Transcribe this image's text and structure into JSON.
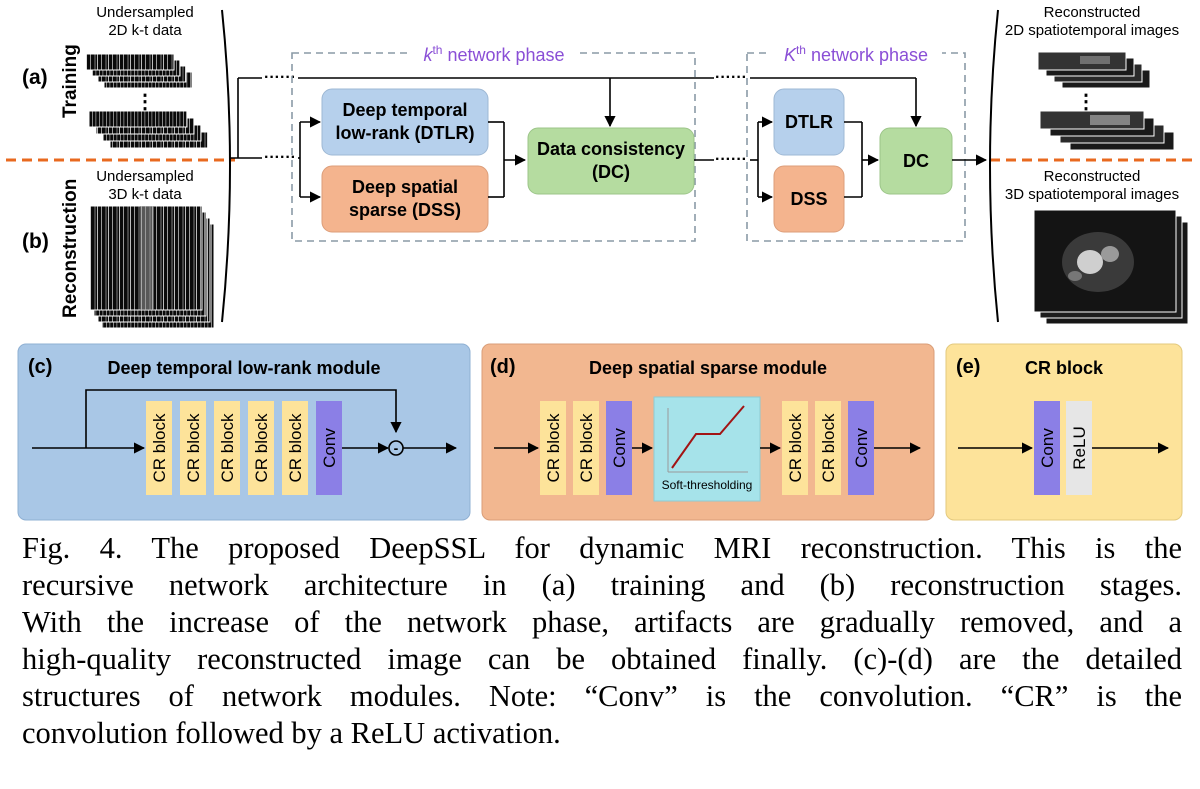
{
  "top": {
    "label_a": "(a)",
    "label_b": "(b)",
    "training": "Training",
    "reconstruction": "Reconstruction",
    "input_2d_line1": "Undersampled",
    "input_2d_line2": "2D k-t data",
    "input_3d_line1": "Undersampled",
    "input_3d_line2": "3D k-t data",
    "output_2d_line1": "Reconstructed",
    "output_2d_line2": "2D spatiotemporal images",
    "output_3d_line1": "Reconstructed",
    "output_3d_line2": "3D spatiotemporal images",
    "vdots": "⋮",
    "phase_k_sup": "k",
    "phase_k_th": "th",
    "phase_k_text": " network phase",
    "phase_K_sup": "K",
    "phase_K_th": "th",
    "phase_K_text": " network phase",
    "dtlr_line1": "Deep temporal",
    "dtlr_line2": "low-rank (DTLR)",
    "dss_line1": "Deep spatial",
    "dss_line2": "sparse (DSS)",
    "dc_line1": "Data consistency",
    "dc_line2": "(DC)",
    "dtlr_short": "DTLR",
    "dss_short": "DSS",
    "dc_short": "DC",
    "dots": "······"
  },
  "module_c": {
    "label": "(c)",
    "title": "Deep temporal low-rank module",
    "cr1": "CR block",
    "cr2": "CR block",
    "cr3": "CR block",
    "cr4": "CR block",
    "cr5": "CR block",
    "conv": "Conv",
    "minus": "-"
  },
  "module_d": {
    "label": "(d)",
    "title": "Deep spatial sparse module",
    "cr1": "CR block",
    "cr2": "CR block",
    "conv1": "Conv",
    "soft": "Soft-thresholding",
    "cr3": "CR block",
    "cr4": "CR block",
    "conv2": "Conv"
  },
  "module_e": {
    "label": "(e)",
    "title": "CR block",
    "conv": "Conv",
    "relu": "ReLU"
  },
  "colors": {
    "blue_box": "#b6d0ec",
    "orange_box": "#f4b48e",
    "green_box": "#b5dca0",
    "panel_c": "#a9c7e6",
    "panel_d": "#f2b790",
    "panel_e": "#fde39a",
    "cr_block": "#fde39a",
    "conv": "#8b7fe6",
    "relu": "#e6e6e6",
    "soft": "#a6e3ea",
    "phase_text": "#8a4fd6",
    "orange_dash": "#e8691f"
  },
  "caption": {
    "line1": "Fig. 4. The proposed DeepSSL for dynamic MRI reconstruction. This is the",
    "line2": "recursive network architecture in (a) training and (b) reconstruction stages.",
    "line3": "With the increase of the network phase, artifacts are gradually removed, and a",
    "line4": "high-quality reconstructed image can be obtained finally. (c)-(d) are the detailed",
    "line5": "structures of network modules. Note: “Conv” is the convolution. “CR” is the",
    "line6": "convolution followed by a ReLU activation."
  }
}
